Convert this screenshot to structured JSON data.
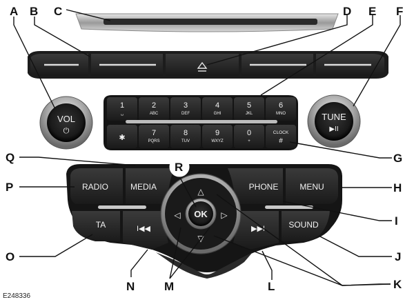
{
  "figure": {
    "id": "E248336",
    "colors": {
      "panel": "#1e1e1e",
      "button": "#2b2b2b",
      "leader": "#111111",
      "chrome": "#c8c8c8"
    }
  },
  "callouts": {
    "A": "A",
    "B": "B",
    "C": "C",
    "D": "D",
    "E": "E",
    "F": "F",
    "G": "G",
    "H": "H",
    "I": "I",
    "J": "J",
    "K": "K",
    "L": "L",
    "M": "M",
    "N": "N",
    "O": "O",
    "P": "P",
    "Q": "Q",
    "R": "R"
  },
  "controls": {
    "eject_icon": "eject-icon",
    "vol": {
      "label": "VOL",
      "icon": "⏻"
    },
    "tune": {
      "label": "TUNE",
      "icon": "▶II"
    },
    "keypad": {
      "row1": [
        {
          "num": "1",
          "sub": "␣"
        },
        {
          "num": "2",
          "sub": "ABC"
        },
        {
          "num": "3",
          "sub": "DEF"
        },
        {
          "num": "4",
          "sub": "GHI"
        },
        {
          "num": "5",
          "sub": "JKL"
        },
        {
          "num": "6",
          "sub": "MNO"
        }
      ],
      "row2": [
        {
          "num": "✱",
          "sub": ""
        },
        {
          "num": "7",
          "sub": "PQRS"
        },
        {
          "num": "8",
          "sub": "TUV"
        },
        {
          "num": "9",
          "sub": "WXYZ"
        },
        {
          "num": "0",
          "sub": "+"
        },
        {
          "num": "CLOCK",
          "sub": "#"
        }
      ]
    },
    "radio": "RADIO",
    "media": "MEDIA",
    "phone": "PHONE",
    "menu": "MENU",
    "ta": "TA",
    "sound": "SOUND",
    "ok": "OK",
    "seek_back": "I◀◀",
    "seek_fwd": "▶▶I",
    "arrows": {
      "up": "△",
      "down": "▽",
      "left": "◁",
      "right": "▷"
    }
  }
}
